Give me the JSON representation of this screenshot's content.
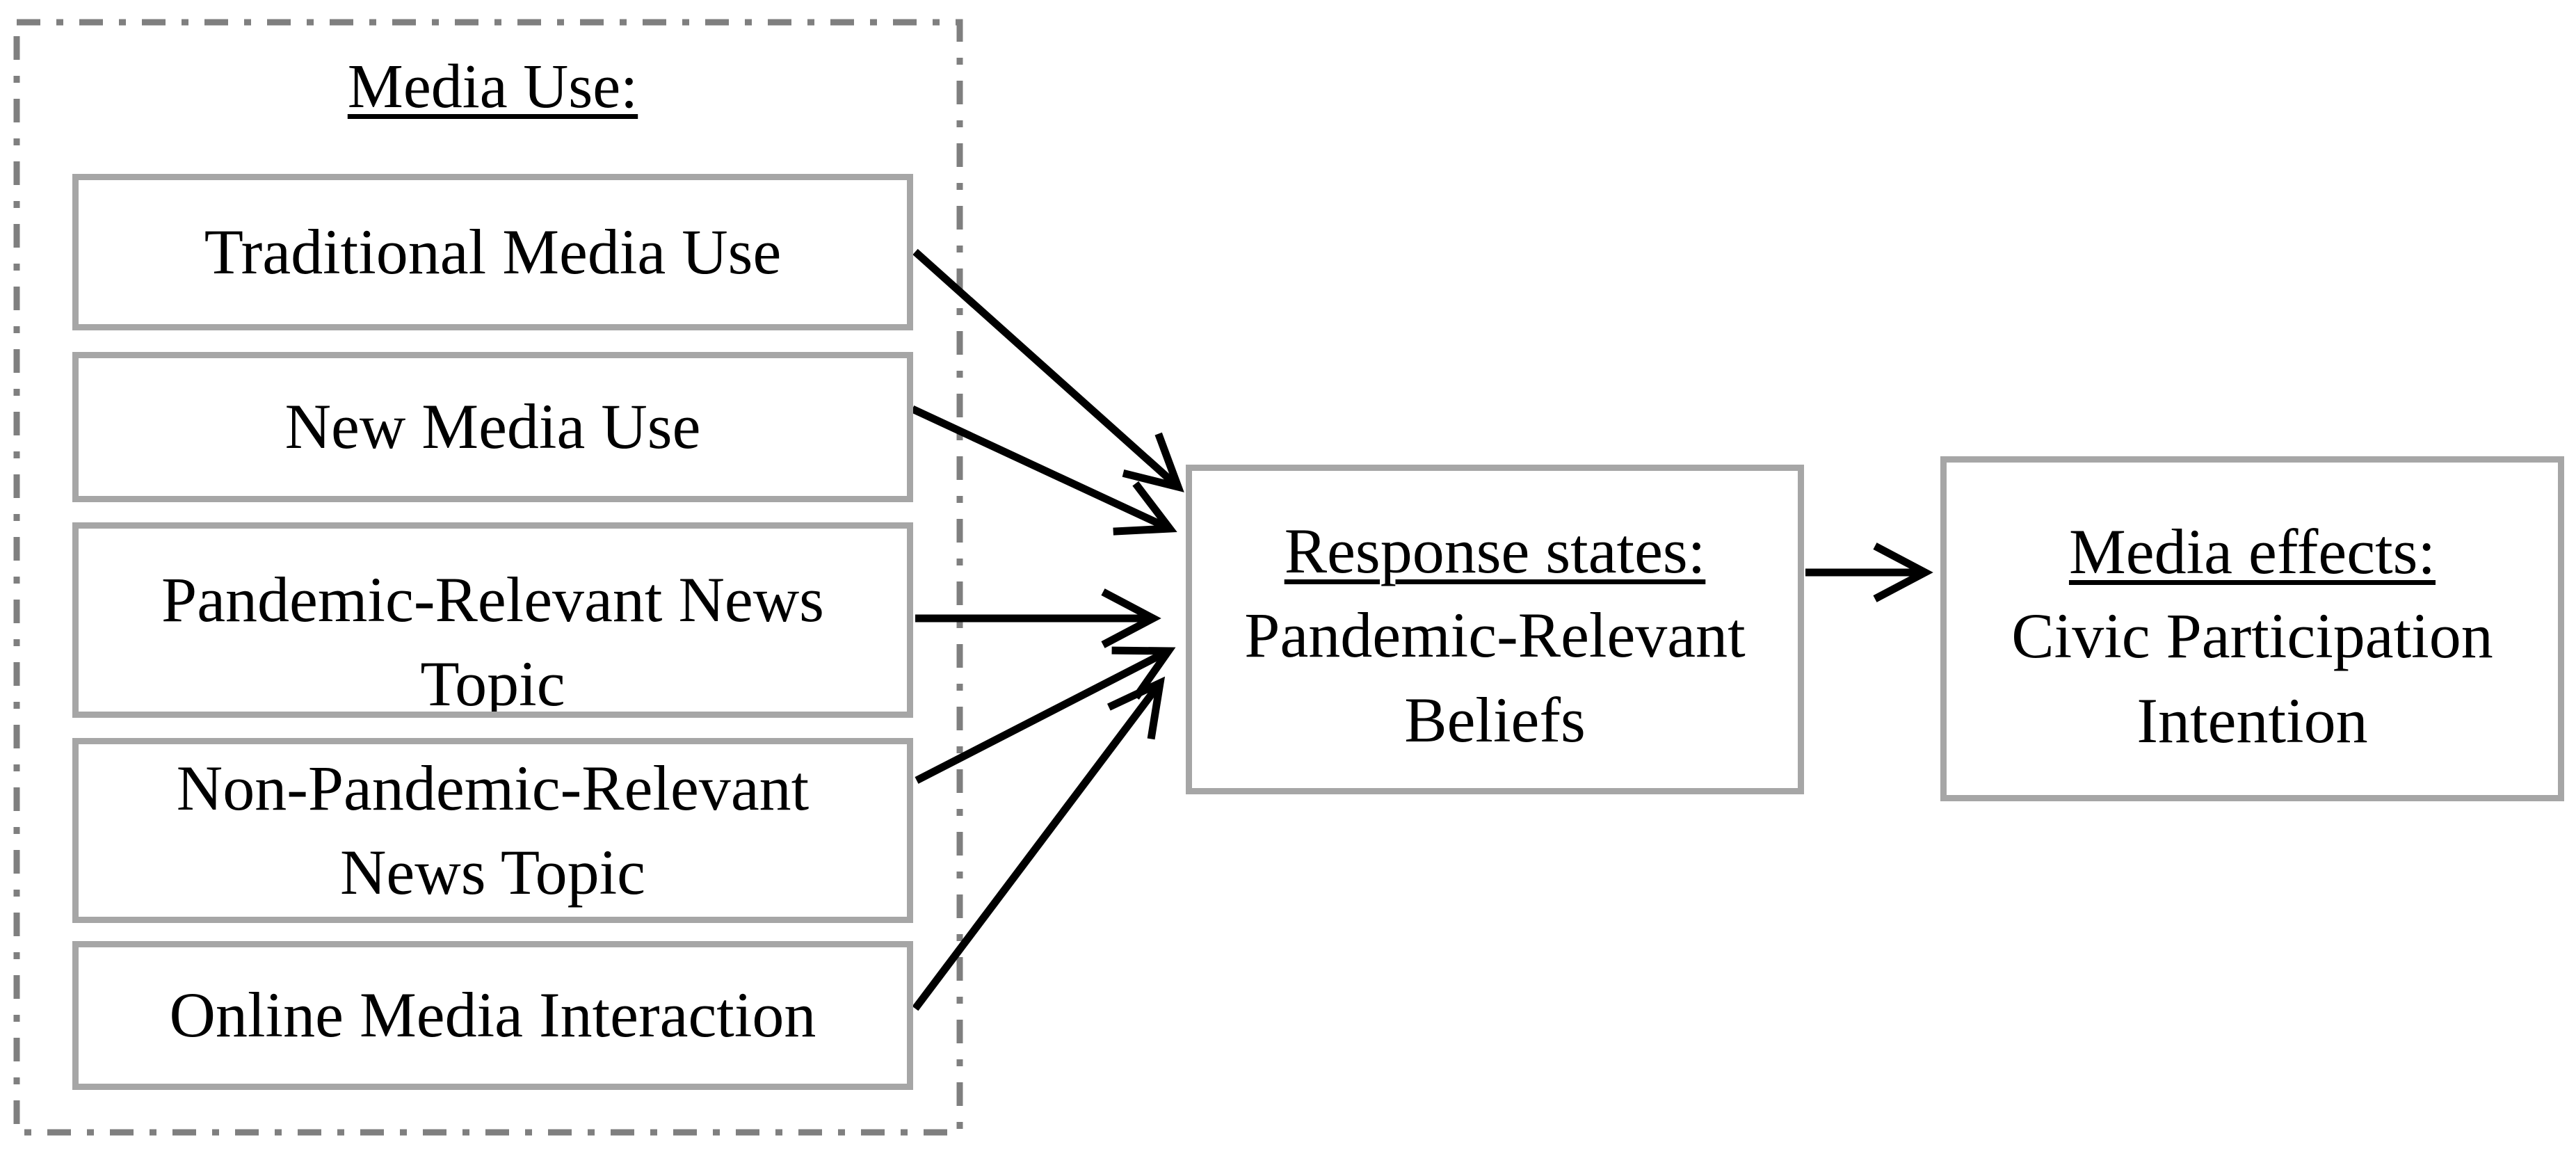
{
  "diagram": {
    "media_use_group": {
      "title": "Media Use:",
      "boxes": [
        {
          "lines": [
            "Traditional Media Use"
          ]
        },
        {
          "lines": [
            "New Media Use"
          ]
        },
        {
          "lines": [
            "Pandemic-Relevant News",
            "Topic"
          ]
        },
        {
          "lines": [
            "Non-Pandemic-Relevant",
            "News Topic"
          ]
        },
        {
          "lines": [
            "Online Media Interaction"
          ]
        }
      ]
    },
    "response_states_box": {
      "heading": "Response states:",
      "lines": [
        "Pandemic-Relevant",
        "Beliefs"
      ]
    },
    "media_effects_box": {
      "heading": "Media effects:",
      "lines": [
        "Civic Participation",
        "Intention"
      ]
    },
    "colors": {
      "background": "#ffffff",
      "text": "#000000",
      "box_border": "#a6a6a6",
      "group_border": "#7f7f7f",
      "arrow": "#000000"
    }
  }
}
